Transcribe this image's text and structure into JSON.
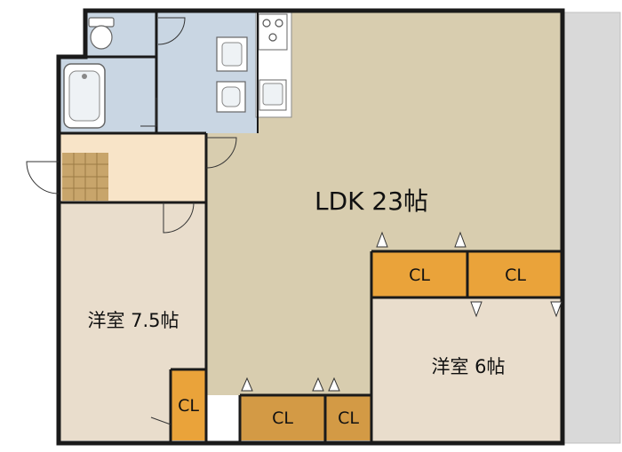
{
  "rooms": {
    "ldk": "LDK 23帖",
    "western_left": "洋室 7.5帖",
    "western_right": "洋室 6帖"
  },
  "closets": {
    "cl1": "CL",
    "cl2": "CL",
    "cl3": "CL",
    "cl4": "CL",
    "cl5": "CL"
  },
  "colors": {
    "wall": "#1a1a1a",
    "ldk": "#d8cdaf",
    "western": "#e9ddcc",
    "wet": "#c9d6e3",
    "hall": "#f8e4c8",
    "closet": "#eaa33a",
    "closet_dark": "#d39a45",
    "balcony": "#d9d9d9",
    "entry": "#c8a56b"
  }
}
